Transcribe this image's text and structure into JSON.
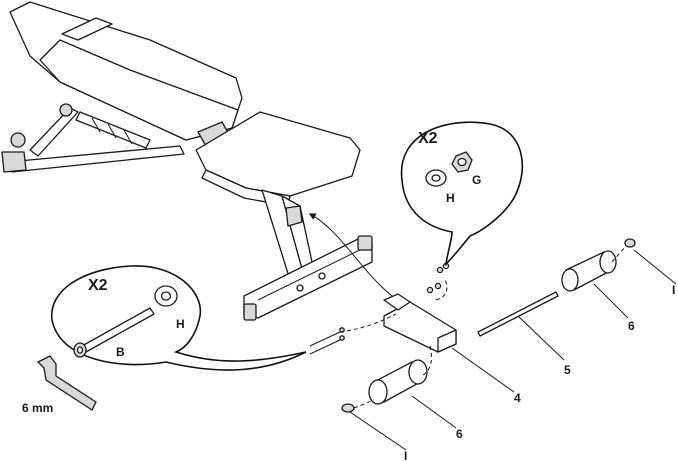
{
  "callouts": {
    "top_qty": "X2",
    "left_qty": "X2"
  },
  "parts": {
    "G": "G",
    "H_top": "H",
    "H_left": "H",
    "B": "B",
    "I_top": "I",
    "I_bottom": "I",
    "p4": "4",
    "p5": "5",
    "p6_top": "6",
    "p6_bottom": "6"
  },
  "tool": {
    "label": "6 mm"
  },
  "colors": {
    "line": "#1a1a1a",
    "fill": "#ffffff",
    "shade": "#d9d9d9"
  }
}
